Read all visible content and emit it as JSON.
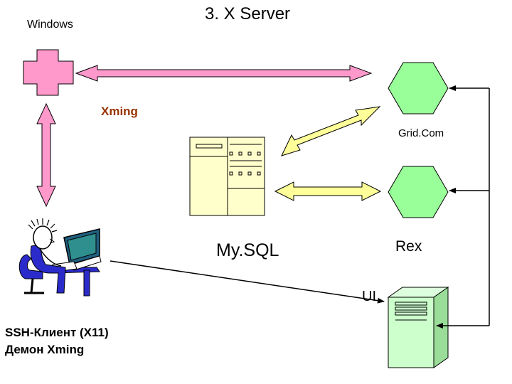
{
  "title": "3. X Server",
  "labels": {
    "windows": "Windows",
    "xming": "Xming",
    "gridcom": "Grid.Com",
    "mysql": "My.SQL",
    "rex": "Rex",
    "ui": "UI",
    "ssh_client": "SSH-Клиент (X11)",
    "xming_daemon": "Демон Xming"
  },
  "colors": {
    "pink": "#FF99CC",
    "yellow": "#FFFF99",
    "xming_text": "#993300",
    "hexagon": "#99FF99",
    "server": "#CCFFCC",
    "table": "#FFFFCC"
  }
}
